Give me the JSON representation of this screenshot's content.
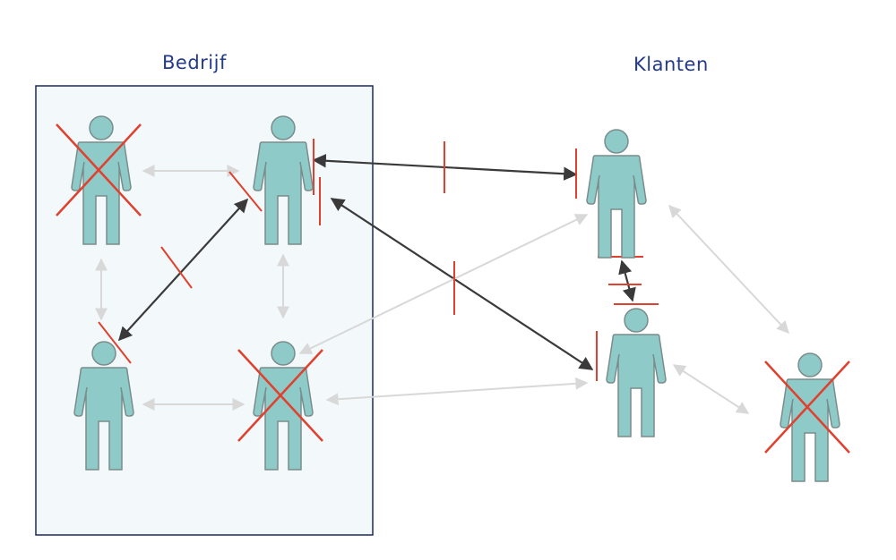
{
  "labels": {
    "company": "Bedrijf",
    "customers": "Klanten"
  },
  "colors": {
    "person": "#8ecac8",
    "person_stroke": "#7a8c8c",
    "cross": "#e0402e",
    "strong_link": "#3a3a3a",
    "weak_link": "#d8d8d8",
    "box_fill": "#f3f9fa",
    "box_stroke": "#1c2a5c",
    "label": "#243a8c"
  },
  "people": [
    {
      "id": "company-top-left",
      "group": "company",
      "crossed": true
    },
    {
      "id": "company-top-right",
      "group": "company",
      "crossed": false
    },
    {
      "id": "company-bottom-left",
      "group": "company",
      "crossed": false
    },
    {
      "id": "company-bottom-right",
      "group": "company",
      "crossed": true
    },
    {
      "id": "customer-top",
      "group": "customers",
      "crossed": false
    },
    {
      "id": "customer-middle",
      "group": "customers",
      "crossed": false
    },
    {
      "id": "customer-right",
      "group": "customers",
      "crossed": true
    }
  ],
  "links": [
    {
      "from": "company-top-left",
      "to": "company-top-right",
      "strength": "weak",
      "blocked": true
    },
    {
      "from": "company-top-left",
      "to": "company-bottom-left",
      "strength": "weak",
      "blocked": false
    },
    {
      "from": "company-top-right",
      "to": "company-bottom-right",
      "strength": "weak",
      "blocked": false
    },
    {
      "from": "company-bottom-left",
      "to": "company-bottom-right",
      "strength": "weak",
      "blocked": false
    },
    {
      "from": "company-bottom-left",
      "to": "company-top-right",
      "strength": "strong",
      "blocked": true
    },
    {
      "from": "company-top-right",
      "to": "customer-top",
      "strength": "strong",
      "blocked": true
    },
    {
      "from": "company-top-right",
      "to": "customer-middle",
      "strength": "strong",
      "blocked": true
    },
    {
      "from": "company-bottom-right",
      "to": "customer-top",
      "strength": "weak",
      "blocked": false
    },
    {
      "from": "company-bottom-right",
      "to": "customer-middle",
      "strength": "weak",
      "blocked": false
    },
    {
      "from": "customer-top",
      "to": "customer-middle",
      "strength": "strong",
      "blocked": true
    },
    {
      "from": "customer-top",
      "to": "customer-right",
      "strength": "weak",
      "blocked": false
    },
    {
      "from": "customer-middle",
      "to": "customer-right",
      "strength": "weak",
      "blocked": false
    }
  ]
}
